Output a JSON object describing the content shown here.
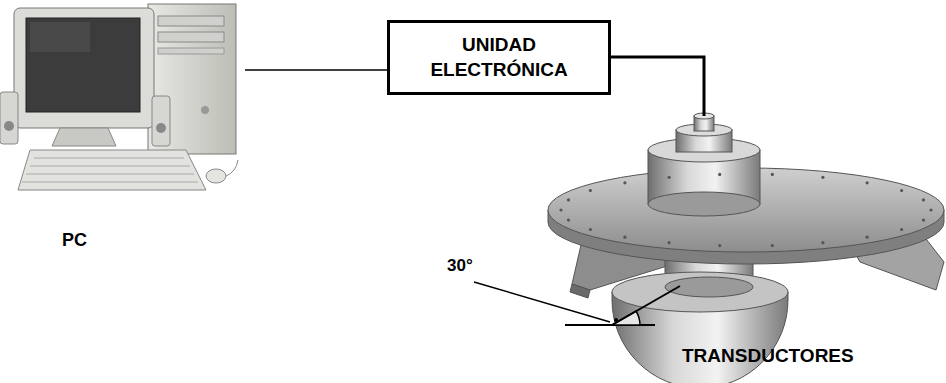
{
  "diagram": {
    "nodes": [
      {
        "text": [
          "PC"
        ]
      },
      {
        "text": [
          "UNIDAD ELECTRÓNICA"
        ]
      },
      {
        "text": [
          "TRANSDUCTORES"
        ]
      }
    ],
    "edges": [
      {
        "from": 0,
        "to": 1,
        "arrow": "none"
      },
      {
        "from": 1,
        "to": 2,
        "arrow": "none"
      }
    ],
    "labels": [
      "30°"
    ]
  }
}
